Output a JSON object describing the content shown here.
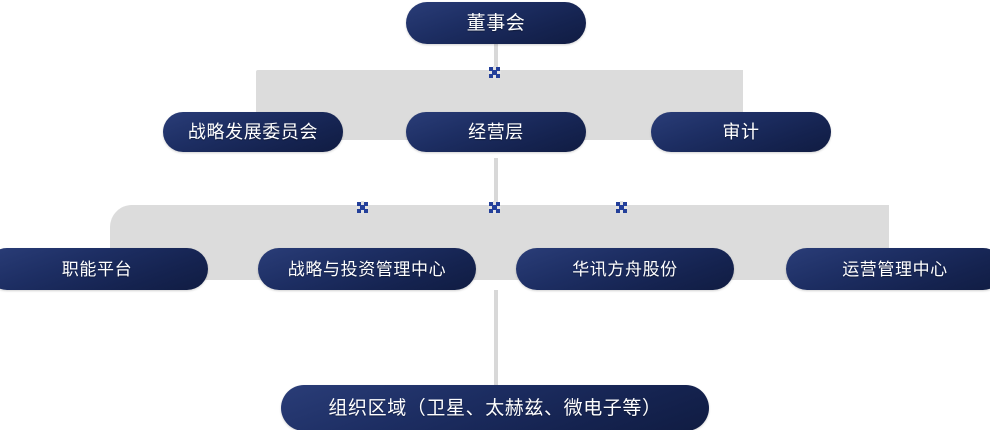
{
  "chart": {
    "type": "org-chart",
    "title": "",
    "accent_color": "#1d2e63",
    "node_color": "#24409a",
    "band_color": "#dcdcdc",
    "connector_color": "#d8d8d8",
    "levels": [
      {
        "level": 1,
        "nodes": [
          {
            "id": "board",
            "label": "董事会"
          }
        ]
      },
      {
        "level": 2,
        "nodes": [
          {
            "id": "strategy-committee",
            "label": "战略发展委员会"
          },
          {
            "id": "management",
            "label": "经营层"
          },
          {
            "id": "audit",
            "label": "审计"
          }
        ]
      },
      {
        "level": 3,
        "nodes": [
          {
            "id": "functional-platform",
            "label": "职能平台"
          },
          {
            "id": "strategy-investment-center",
            "label": "战略与投资管理中心"
          },
          {
            "id": "huaxun-fangzhou",
            "label": "华讯方舟股份"
          },
          {
            "id": "operations-center",
            "label": "运营管理中心"
          }
        ]
      },
      {
        "level": 4,
        "nodes": [
          {
            "id": "organization-regions",
            "label": "组织区域（卫星、太赫兹、微电子等）"
          }
        ]
      }
    ]
  }
}
